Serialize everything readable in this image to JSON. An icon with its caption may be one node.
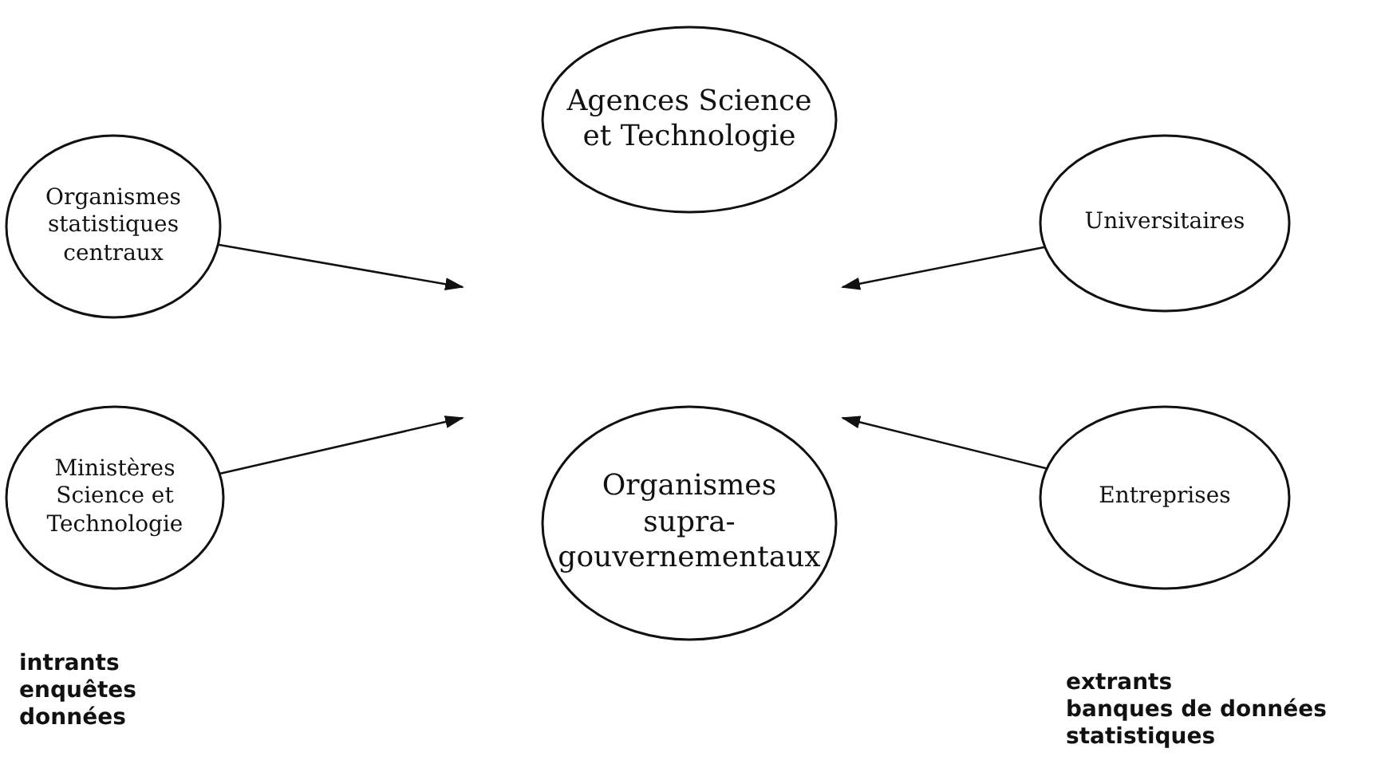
{
  "diagram": {
    "nodes": [
      {
        "text": [
          "Agences Science et Technologie"
        ]
      },
      {
        "text": [
          "Organismes statistiques centraux"
        ]
      },
      {
        "text": [
          "Universitaires"
        ]
      },
      {
        "text": [
          "Ministères Science et Technologie"
        ]
      },
      {
        "text": [
          "Entreprises"
        ]
      },
      {
        "text": [
          "Organismes supra-gouvernementaux"
        ]
      }
    ],
    "edges": [
      {
        "from": 1,
        "to": null,
        "arrow": "to"
      },
      {
        "from": 2,
        "to": null,
        "arrow": "to"
      },
      {
        "from": 3,
        "to": null,
        "arrow": "to"
      },
      {
        "from": 4,
        "to": null,
        "arrow": "to"
      }
    ],
    "labels": [
      "intrants",
      "enquêtes",
      "données",
      "extrants",
      "banques de données",
      "statistiques"
    ]
  }
}
